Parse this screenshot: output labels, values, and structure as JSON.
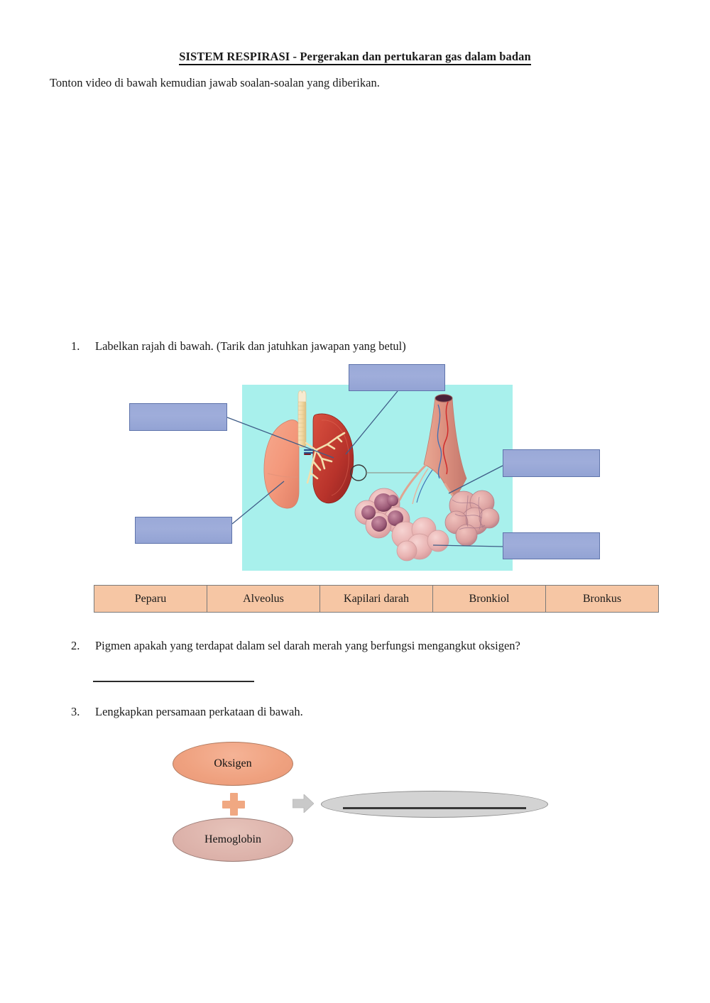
{
  "document": {
    "title": "SISTEM RESPIRASI - Pergerakan dan pertukaran gas dalam badan",
    "intro": "Tonton video di bawah kemudian jawab soalan-soalan yang diberikan."
  },
  "questions": [
    {
      "number": "1.",
      "text": "Labelkan rajah di bawah. (Tarik dan jatuhkan jawapan yang betul)"
    },
    {
      "number": "2.",
      "text": "Pigmen apakah yang terdapat dalam sel darah merah yang berfungsi mengangkut oksigen?",
      "answer_value": ""
    },
    {
      "number": "3.",
      "text": "Lengkapkan persamaan perkataan di bawah."
    }
  ],
  "diagram": {
    "image_alt": "respiratory-system-diagram",
    "background_color": "#a8f0ec",
    "drop_boxes": [
      {
        "id": "drop-box-top",
        "value": ""
      },
      {
        "id": "drop-box-left-upper",
        "value": ""
      },
      {
        "id": "drop-box-left-lower",
        "value": ""
      },
      {
        "id": "drop-box-right-upper",
        "value": ""
      },
      {
        "id": "drop-box-right-lower",
        "value": ""
      }
    ],
    "box_fill_color": "#9fadda",
    "box_border_color": "#5f74ab"
  },
  "word_bank": {
    "fill_color": "#f6c6a4",
    "border_color": "#7a7a7a",
    "options": [
      "Peparu",
      "Alveolus",
      "Kapilari darah",
      "Bronkiol",
      "Bronkus"
    ]
  },
  "equation": {
    "term_1": "Oksigen",
    "term_1_color": "#efa17f",
    "operator": "+",
    "term_2": "Hemoglobin",
    "term_2_color": "#ddb3ab",
    "arrow": "→",
    "result_value": "",
    "result_color": "#d3d3d3"
  }
}
